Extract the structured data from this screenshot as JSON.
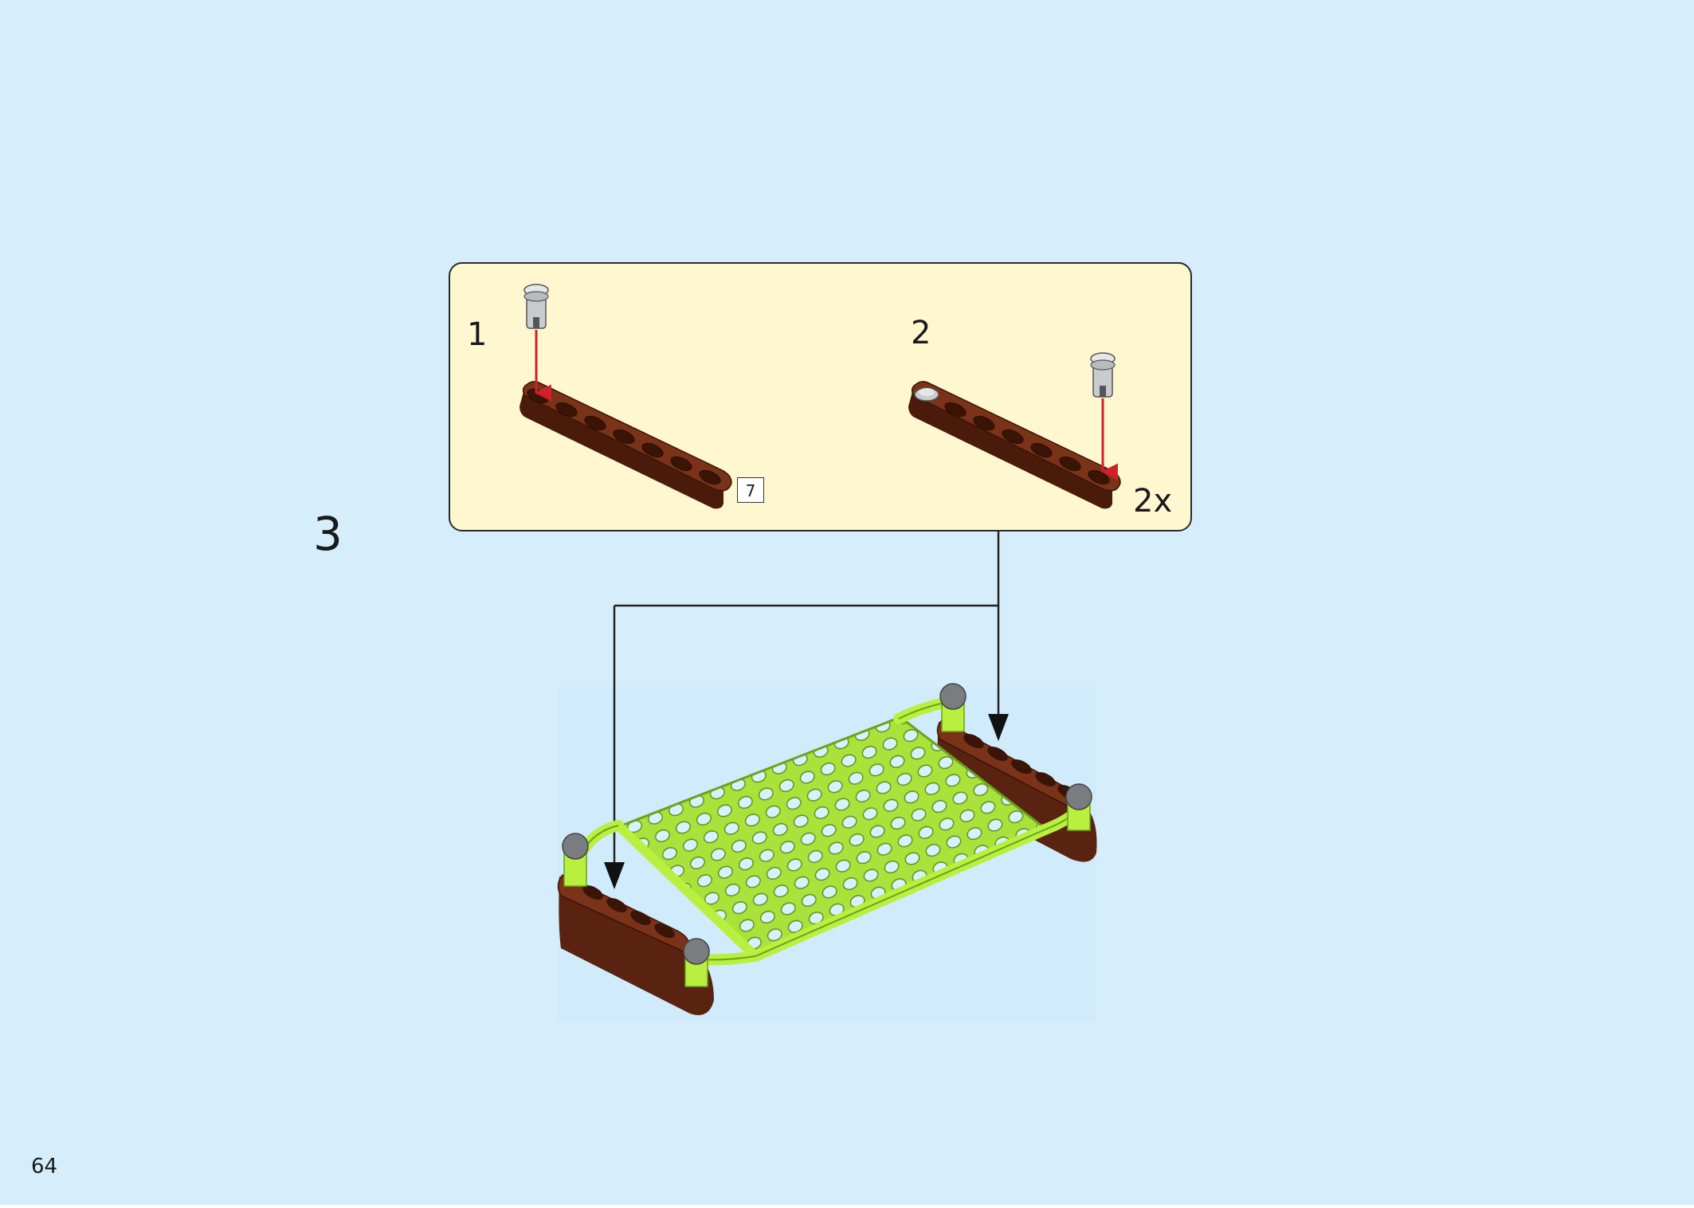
{
  "colors": {
    "page_background": "#d6eefb",
    "callout_background": "#fff7d0",
    "beam": "#6b2a12",
    "pin": "#cfd2d4",
    "net": "#b9ef3f",
    "arrow_insert": "#d0202a",
    "connector_line": "#222222"
  },
  "step": {
    "number": "3"
  },
  "callout": {
    "substep_1": {
      "number": "1",
      "beam_length": "7"
    },
    "substep_2": {
      "number": "2",
      "multiplier": "2x"
    }
  },
  "page": {
    "number": "64"
  },
  "icons": [
    "technic-beam",
    "technic-pin",
    "insert-arrow",
    "connector-arrow",
    "net-hammock"
  ]
}
